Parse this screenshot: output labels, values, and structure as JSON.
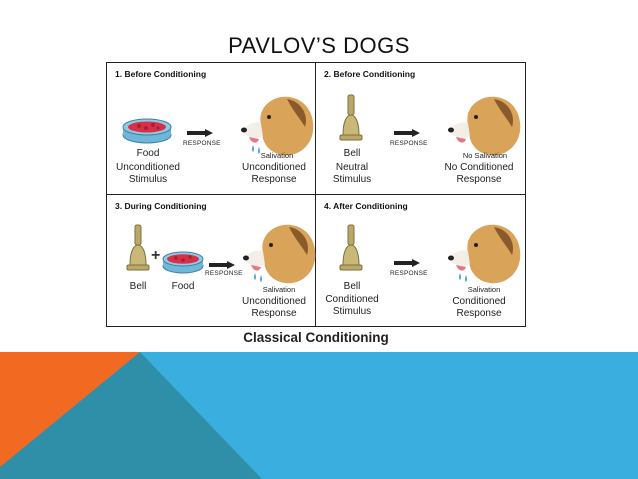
{
  "slide": {
    "title": "PAVLOV’S DOGS"
  },
  "figure": {
    "caption": "Classical Conditioning",
    "response_label": "RESPONSE",
    "panels": [
      {
        "title": "1. Before Conditioning",
        "stimulus_name": "Food",
        "stimulus_type_1": "Unconditioned",
        "stimulus_type_2": "Stimulus",
        "response_name": "Salivation",
        "response_type_1": "Unconditioned",
        "response_type_2": "Response"
      },
      {
        "title": "2. Before Conditioning",
        "stimulus_name": "Bell",
        "stimulus_type_1": "Neutral",
        "stimulus_type_2": "Stimulus",
        "response_name": "No Salivation",
        "response_type_1": "No Conditioned",
        "response_type_2": "Response"
      },
      {
        "title": "3. During Conditioning",
        "stimulus_name_a": "Bell",
        "stimulus_name_b": "Food",
        "plus": "+",
        "response_name": "Salivation",
        "response_type_1": "Unconditioned",
        "response_type_2": "Response"
      },
      {
        "title": "4. After Conditioning",
        "stimulus_name": "Bell",
        "stimulus_type_1": "Conditioned",
        "stimulus_type_2": "Stimulus",
        "response_name": "Salivation",
        "response_type_1": "Conditioned",
        "response_type_2": "Response"
      }
    ]
  },
  "colors": {
    "orange": "#f26a21",
    "teal_dark": "#2f8fa8",
    "blue": "#3aaedf",
    "bell": "#b9a86a",
    "food": "#d9304a",
    "dish": "#6fb6d8",
    "dog": "#d9a35a",
    "drool": "#4aa3df"
  }
}
